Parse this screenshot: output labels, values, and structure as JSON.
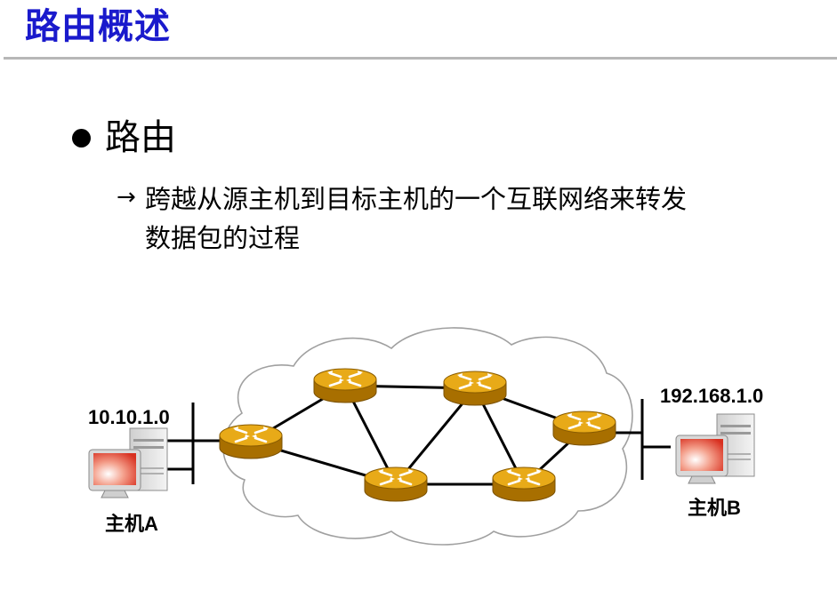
{
  "title": "路由概述",
  "bullet": {
    "text": "路由",
    "sub_arrow": "→",
    "sub_line1": "跨越从源主机到目标主机的一个互联网络来转发",
    "sub_line2": "数据包的过程"
  },
  "diagram": {
    "host_a": {
      "label": "主机A",
      "network": "10.10.1.0"
    },
    "host_b": {
      "label": "主机B",
      "network": "192.168.1.0"
    },
    "router_color": "#e0a010",
    "cloud_stroke": "#9a9a9a"
  }
}
